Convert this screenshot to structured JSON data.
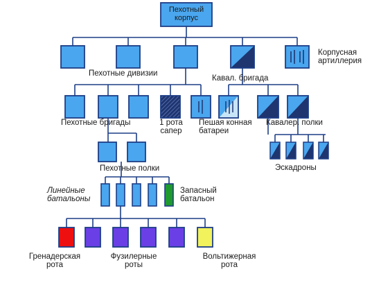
{
  "diagram": {
    "colors": {
      "unit_fill": "#4aa6ee",
      "unit_stroke": "#1d3e86",
      "connector": "#1d3e86",
      "company_purple": "#6a40e6",
      "grenadier_red": "#ee1010",
      "voltigeur_yellow": "#f2f25c",
      "reserve_green": "#1e9a2e",
      "cavalry_dark": "#1e3570"
    },
    "root": "Пехотный\nкорпус",
    "labels": {
      "infantry_divisions": "Пехотные дивизии",
      "cavalry_brigade": "Кавал. бригада",
      "corps_artillery": "Корпусная\nартиллерия",
      "infantry_brigades": "Пехотные бригады",
      "sapper_company": "1 рота\nсапер",
      "foot_horse_batteries": "Пешая конная\nбатареи",
      "cavalry_regiments": "Кавалер. полки",
      "squadrons": "Эскадроны",
      "infantry_regiments": "Пехотные полки",
      "line_battalions": "Линейные\nбатальоны",
      "reserve_battalion": "Запасный\nбатальон",
      "grenadier_company": "Гренадерская\nрота",
      "fusilier_companies": "Фузилерные\nроты",
      "voltigeur_company": "Вольтижерная\nрота"
    }
  }
}
